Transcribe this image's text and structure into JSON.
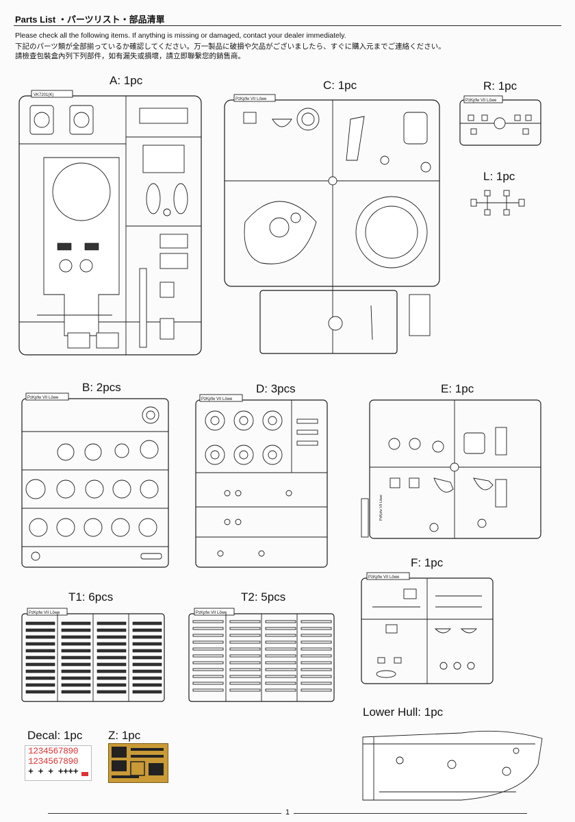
{
  "header": {
    "title": "Parts List ・パーツリスト・部品清單",
    "instructions": [
      "Please check all the following items. If anything is missing or damaged, contact your dealer immediately.",
      "下記のパーツ類が全部揃っているか確認してください。万一製品に破損や欠品がございましたら、すぐに購入元までご連絡ください。",
      "請檢查包裝盒內列下列部件，如有漏失或損壞，請立即聯繫您的銷售商。"
    ]
  },
  "sprues": {
    "A": {
      "label": "A: 1pc",
      "tag": "VK7201(K)"
    },
    "C": {
      "label": "C: 1pc",
      "tag": "PzKpfw VII Löwe"
    },
    "R": {
      "label": "R: 1pc",
      "tag": "PzKpfw VII Löwe"
    },
    "L": {
      "label": "L: 1pc"
    },
    "B": {
      "label": "B: 2pcs",
      "tag": "PzKpfw VII Löwe"
    },
    "D": {
      "label": "D: 3pcs",
      "tag": "PzKpfw VII Löwe"
    },
    "E": {
      "label": "E: 1pc",
      "tag": "PzKpfw VII Löwe"
    },
    "F": {
      "label": "F: 1pc",
      "tag": "PzKpfw VII Löwe"
    },
    "T1": {
      "label": "T1: 6pcs",
      "tag": "PzKpfw VII Löwe"
    },
    "T2": {
      "label": "T2: 5pcs",
      "tag": "PzKpfw VII Löwe"
    },
    "lower_hull": {
      "label": "Lower Hull: 1pc"
    },
    "decal": {
      "label": "Decal: 1pc",
      "rows": [
        "1234567890",
        "1234567890",
        "+ + +  ++++"
      ]
    },
    "Z": {
      "label": "Z: 1pc"
    }
  },
  "page_number": "1"
}
